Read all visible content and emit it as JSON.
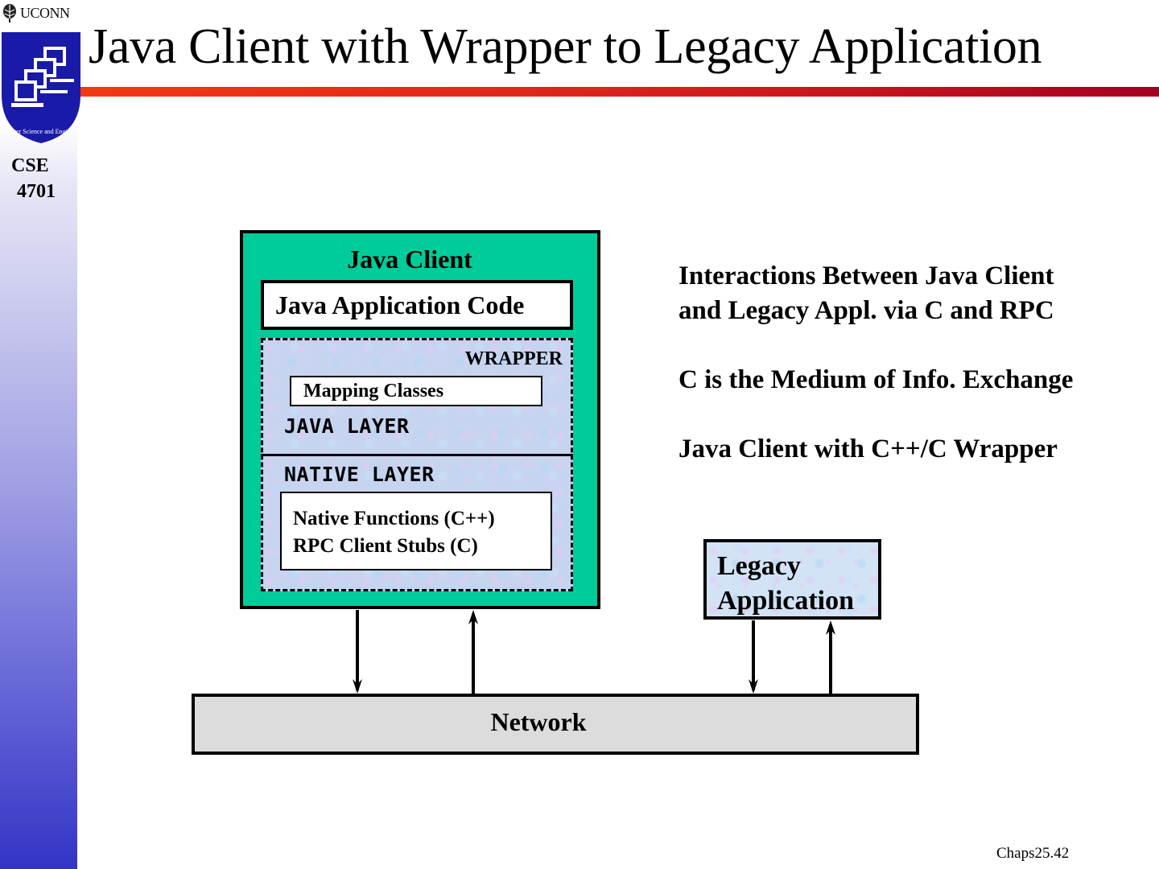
{
  "slide": {
    "title": "Java Client with Wrapper to Legacy Application",
    "footer": "Chaps25.42",
    "accent_bar_colors": [
      "#f23a12",
      "#a50022"
    ]
  },
  "sidebar": {
    "brand": "UCONN",
    "shield_text": "Computer Science and Engineering",
    "course_code": "CSE",
    "course_number": "4701"
  },
  "diagram": {
    "java_client": {
      "title": "Java Client",
      "fill": "#00cc99",
      "app_code": "Java Application Code",
      "wrapper": {
        "label": "WRAPPER",
        "mapping_classes": "Mapping Classes",
        "java_layer": "JAVA LAYER",
        "native_layer": "NATIVE LAYER",
        "native_lines": [
          "Native Functions (C++)",
          "RPC Client Stubs (C)"
        ]
      }
    },
    "legacy": {
      "lines": [
        "Legacy",
        "Application"
      ]
    },
    "network": {
      "label": "Network",
      "fill": "#dcdcdc"
    },
    "connections": [
      {
        "from": "java_client",
        "to": "network",
        "direction": "down"
      },
      {
        "from": "network",
        "to": "java_client",
        "direction": "up"
      },
      {
        "from": "legacy",
        "to": "network",
        "direction": "down"
      },
      {
        "from": "network",
        "to": "legacy",
        "direction": "up"
      }
    ]
  },
  "notes": [
    [
      "Interactions Between Java Client",
      "and Legacy Appl. via C and RPC"
    ],
    [
      "C is the Medium of Info. Exchange"
    ],
    [
      "Java Client with C++/C Wrapper"
    ]
  ]
}
